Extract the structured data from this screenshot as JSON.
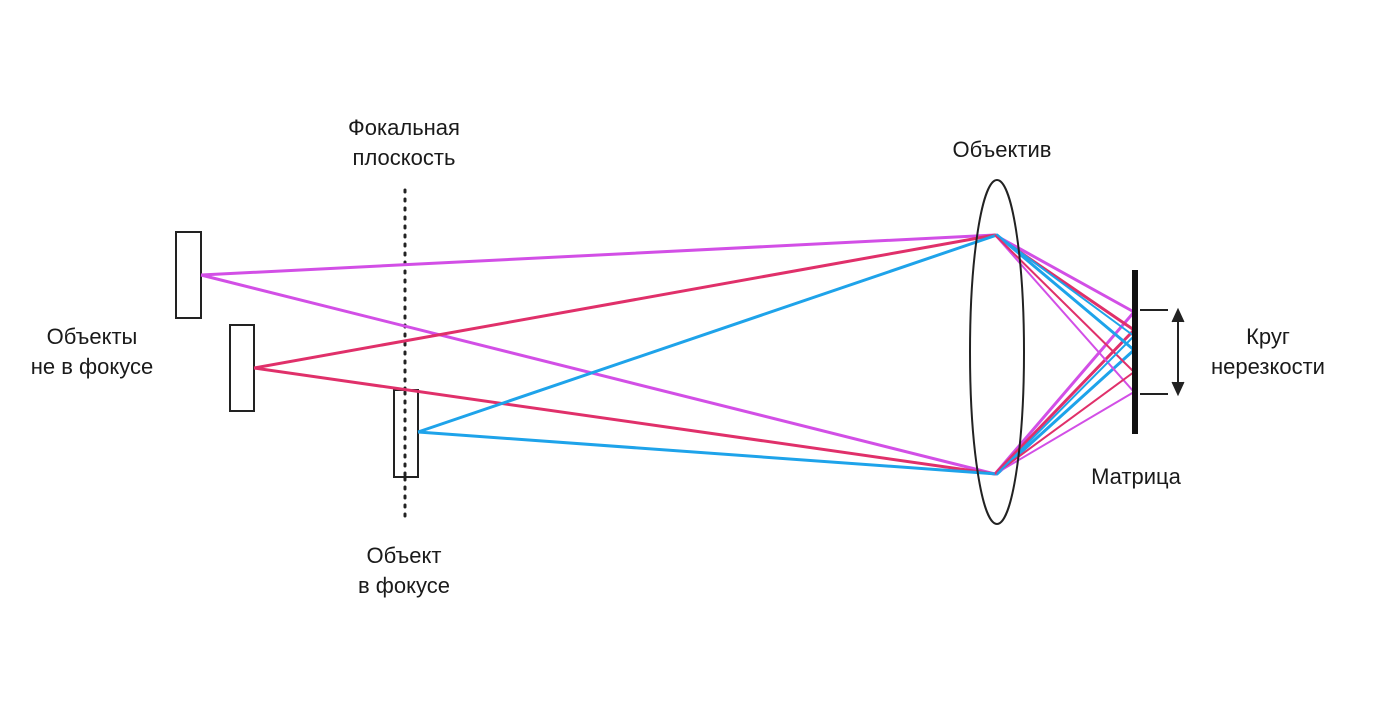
{
  "labels": {
    "focal_plane": [
      "Фокальная",
      "плоскость"
    ],
    "lens": "Объектив",
    "out_of_focus": [
      "Объекты",
      "не в фокусе"
    ],
    "in_focus": [
      "Объект",
      "в фокусе"
    ],
    "blur_circle": [
      "Круг",
      "нерезкости"
    ],
    "sensor": "Матрица"
  },
  "colors": {
    "ray_violet": "#d24fe6",
    "ray_crimson": "#e0306a",
    "ray_blue": "#1ea3ea",
    "outline": "#222222"
  }
}
